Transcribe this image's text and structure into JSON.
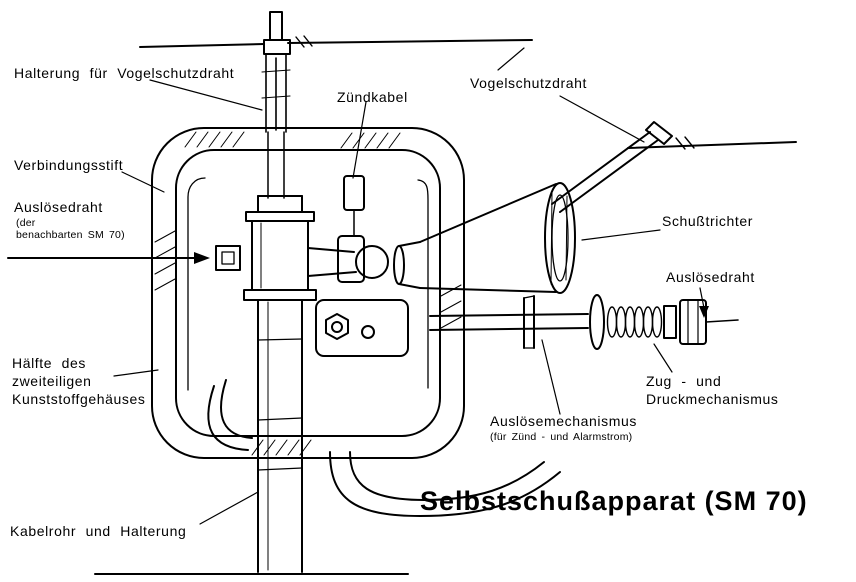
{
  "title": "Selbstschußapparat (SM 70)",
  "labels": {
    "halterung": "Halterung für Vogelschutzdraht",
    "zuendkabel": "Zündkabel",
    "vogelschutzdraht": "Vogelschutzdraht",
    "verbindungsstift": "Verbindungsstift",
    "ausloesedraht_left": "Auslösedraht",
    "ausloesedraht_left_sub": "(der\nbenachbarten SM 70)",
    "schusstrichter": "Schußtrichter",
    "ausloesedraht_right": "Auslösedraht",
    "gehaeuse": "Hälfte des\nzweiteiligen\nKunststoffgehäuses",
    "zugdruck": "Zug - und\nDruckmechanismus",
    "ausloesemechanismus": "Auslösemechanismus",
    "ausloesemechanismus_sub": "(für Zünd - und Alarmstrom)",
    "kabelrohr": "Kabelrohr und Halterung"
  },
  "colors": {
    "ink": "#000000",
    "background": "#ffffff"
  }
}
